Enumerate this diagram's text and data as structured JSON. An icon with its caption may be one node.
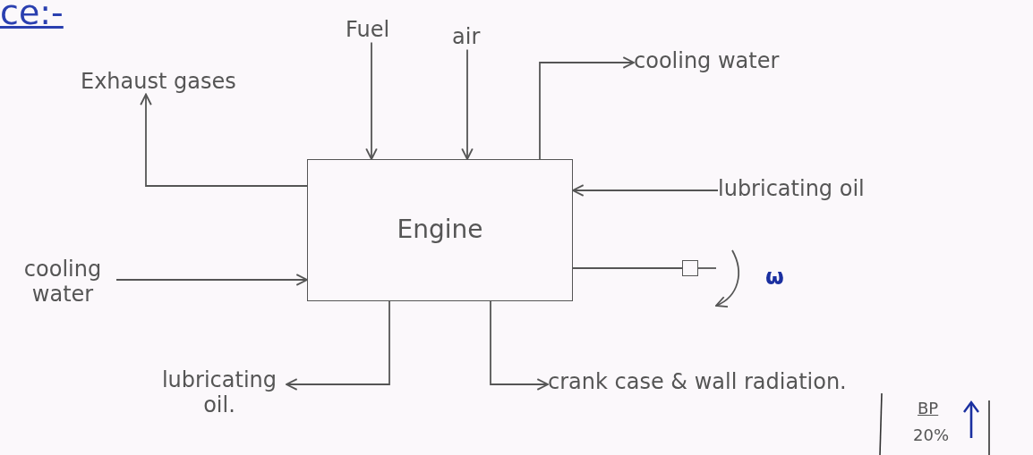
{
  "diagram": {
    "nodes": [
      {
        "text": [
          "Engine"
        ]
      },
      {
        "text": [
          "Exhaust gases"
        ]
      },
      {
        "text": [
          "Fuel"
        ]
      },
      {
        "text": [
          "air"
        ]
      },
      {
        "text": [
          "cooling water"
        ]
      },
      {
        "text": [
          "lubricating oil"
        ]
      },
      {
        "text": [
          "cooling water"
        ]
      },
      {
        "text": [
          "lubricating oil."
        ]
      },
      {
        "text": [
          "crank case & wall radiation."
        ]
      },
      {
        "text": [],
        "shape": "box"
      }
    ],
    "edges": [
      {
        "from": 0,
        "to": 1,
        "arrow": "to"
      },
      {
        "from": 2,
        "to": 0,
        "arrow": "to"
      },
      {
        "from": 3,
        "to": 0,
        "arrow": "to"
      },
      {
        "from": 0,
        "to": 4,
        "arrow": "to"
      },
      {
        "from": 5,
        "to": 0,
        "arrow": "to"
      },
      {
        "from": 6,
        "to": 0,
        "arrow": "to"
      },
      {
        "from": 0,
        "to": 7,
        "arrow": "to"
      },
      {
        "from": 0,
        "to": 8,
        "arrow": "to"
      },
      {
        "from": 0,
        "to": 9,
        "arrow": "none"
      }
    ],
    "labels": [
      "ce:-",
      "ω",
      "BP",
      "20%"
    ]
  }
}
